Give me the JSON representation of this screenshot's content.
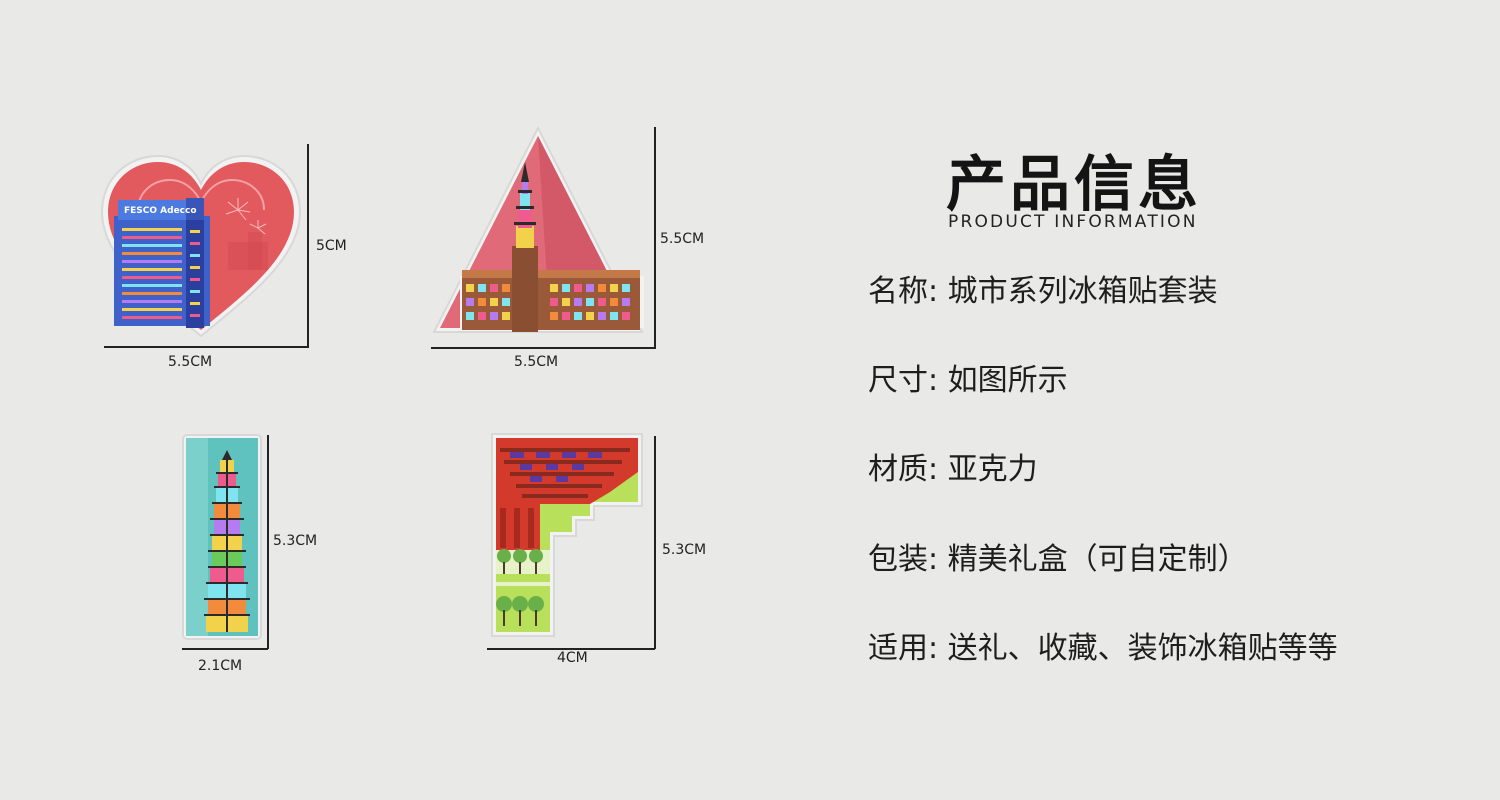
{
  "header": {
    "title_cn": "产品信息",
    "title_en": "PRODUCT INFORMATION"
  },
  "info": [
    {
      "label": "名称:",
      "value": "城市系列冰箱贴套装"
    },
    {
      "label": "尺寸:",
      "value": "如图所示"
    },
    {
      "label": "材质:",
      "value": "亚克力"
    },
    {
      "label": "包装:",
      "value": "精美礼盒（可自定制）"
    },
    {
      "label": "适用:",
      "value": "送礼、收藏、装饰冰箱贴等等"
    }
  ],
  "magnets": {
    "heart": {
      "width_label": "5.5CM",
      "height_label": "5CM",
      "sign_text": "FESCO Adecco"
    },
    "triangle": {
      "width_label": "5.5CM",
      "height_label": "5.5CM"
    },
    "tower": {
      "width_label": "2.1CM",
      "height_label": "5.3CM"
    },
    "pavilion": {
      "width_label": "4CM",
      "height_label": "5.3CM"
    }
  },
  "colors": {
    "background": "#e9e9e8",
    "heart_red": "#e2595e",
    "triangle_pink": "#e06a78",
    "tower_teal": "#5fc2bf",
    "pavilion_green": "#b9e05a",
    "pavilion_red": "#d33a2c"
  }
}
